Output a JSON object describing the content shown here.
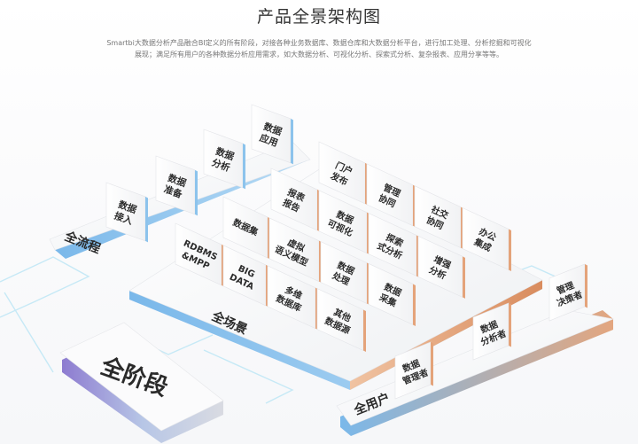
{
  "title": "产品全景架构图",
  "description": {
    "line1": "Smartbi大数据分析产品融合BI定义的所有阶段，对接各种业务数据库、数据仓库和大数据分析平台，进行加工处理、分析挖掘和可视化",
    "line2": "展现；满足所有用户的各种数据分析应用需求，如大数据分析、可视化分析、探索式分析、复杂报表、应用分享等等。"
  },
  "all_stages": {
    "label": "全阶段"
  },
  "full_process": {
    "label": "全流程",
    "cards": [
      {
        "l1": "数据",
        "l2": "接入"
      },
      {
        "l1": "数据",
        "l2": "准备"
      },
      {
        "l1": "数据",
        "l2": "分析"
      },
      {
        "l1": "数据",
        "l2": "应用"
      }
    ]
  },
  "full_scene": {
    "label": "全场景",
    "rows": [
      {
        "cards": [
          {
            "l1": "门户",
            "l2": "发布"
          },
          {
            "l1": "管理",
            "l2": "协同"
          },
          {
            "l1": "社交",
            "l2": "协同"
          },
          {
            "l1": "办公",
            "l2": "集成"
          }
        ]
      },
      {
        "cards": [
          {
            "l1": "报表",
            "l2": "报告"
          },
          {
            "l1": "数据",
            "l2": "可视化"
          },
          {
            "l1": "探索",
            "l2": "式分析"
          },
          {
            "l1": "增强",
            "l2": "分析"
          }
        ]
      },
      {
        "cards": [
          {
            "l1": "数据集",
            "l2": ""
          },
          {
            "l1": "虚拟",
            "l2": "语义模型"
          },
          {
            "l1": "数据",
            "l2": "处理"
          },
          {
            "l1": "数据",
            "l2": "采集"
          }
        ]
      },
      {
        "cards": [
          {
            "l1": "RDBMS",
            "l2": "&MPP"
          },
          {
            "l1": "BIG",
            "l2": "DATA"
          },
          {
            "l1": "多维",
            "l2": "数据库"
          },
          {
            "l1": "其他",
            "l2": "数据源"
          }
        ]
      }
    ]
  },
  "all_users": {
    "label": "全用户",
    "cards": [
      {
        "l1": "数据",
        "l2": "管理者"
      },
      {
        "l1": "数据",
        "l2": "分析者"
      },
      {
        "l1": "管理",
        "l2": "决策者"
      }
    ]
  },
  "colors": {
    "blue_edge": "#8cc3ec",
    "orange_edge": "#e4a37a",
    "purple_edge": "#9c8fd6",
    "line": "#bfe6f4"
  }
}
